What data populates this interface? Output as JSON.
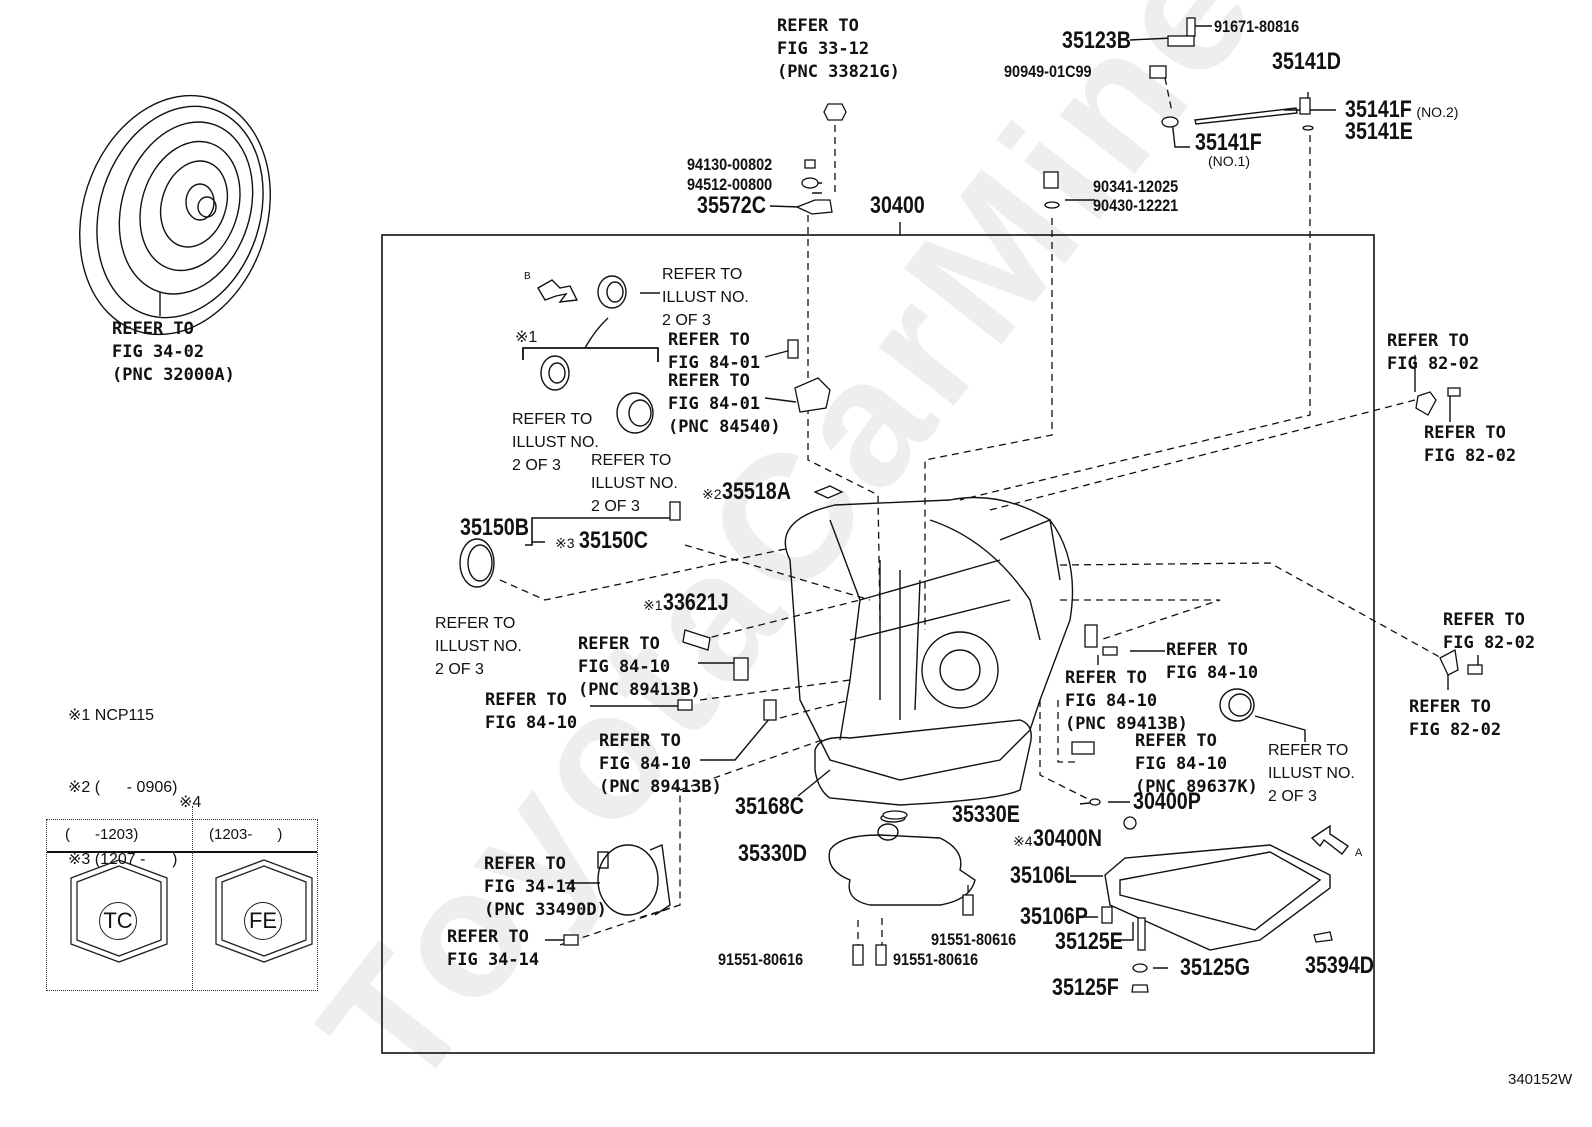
{
  "diagram": {
    "figure_id": "340152W",
    "watermark": "ToyotaCarMine.ru",
    "assembly_label": "30400",
    "view_markers": {
      "a": "A",
      "b": "B"
    },
    "parts": [
      {
        "id": "p35123B",
        "number": "35123B"
      },
      {
        "id": "p91671",
        "number": "91671-80816"
      },
      {
        "id": "p90949",
        "number": "90949-01C99"
      },
      {
        "id": "p35141D",
        "number": "35141D"
      },
      {
        "id": "p35141F2",
        "number": "35141F",
        "suffix": "(NO.2)"
      },
      {
        "id": "p35141E",
        "number": "35141E"
      },
      {
        "id": "p35141F1",
        "number": "35141F",
        "suffix": "(NO.1)"
      },
      {
        "id": "p90341",
        "number": "90341-12025"
      },
      {
        "id": "p90430",
        "number": "90430-12221"
      },
      {
        "id": "p94130",
        "number": "94130-00802"
      },
      {
        "id": "p94512",
        "number": "94512-00800"
      },
      {
        "id": "p35572C",
        "number": "35572C"
      },
      {
        "id": "p35518A",
        "number": "35518A",
        "note_mark": "※2"
      },
      {
        "id": "p35150B",
        "number": "35150B"
      },
      {
        "id": "p35150C",
        "number": "35150C",
        "note_mark": "※3"
      },
      {
        "id": "p33621J",
        "number": "33621J",
        "note_mark": "※1"
      },
      {
        "id": "p35168C",
        "number": "35168C"
      },
      {
        "id": "p35330E",
        "number": "35330E"
      },
      {
        "id": "p35330D",
        "number": "35330D"
      },
      {
        "id": "p30400P",
        "number": "30400P"
      },
      {
        "id": "p30400N",
        "number": "30400N",
        "note_mark": "※4"
      },
      {
        "id": "p35106L",
        "number": "35106L"
      },
      {
        "id": "p35106P",
        "number": "35106P"
      },
      {
        "id": "p35125E",
        "number": "35125E"
      },
      {
        "id": "p35125G",
        "number": "35125G"
      },
      {
        "id": "p35125F",
        "number": "35125F"
      },
      {
        "id": "p35394D",
        "number": "35394D"
      },
      {
        "id": "p91551a",
        "number": "91551-80616"
      },
      {
        "id": "p91551b",
        "number": "91551-80616"
      },
      {
        "id": "p91551c",
        "number": "91551-80616"
      }
    ],
    "references": [
      {
        "id": "r_torque",
        "lines": [
          "REFER TO",
          "FIG 34-02",
          "(PNC 32000A)"
        ]
      },
      {
        "id": "r_33821G",
        "lines": [
          "REFER TO",
          "FIG 33-12",
          "(PNC 33821G)"
        ]
      },
      {
        "id": "r_ill_top",
        "lines": [
          "REFER TO",
          "ILLUST NO.",
          "2 OF 3"
        ]
      },
      {
        "id": "r_8401a",
        "lines": [
          "REFER TO",
          "FIG 84-01"
        ]
      },
      {
        "id": "r_8401b",
        "lines": [
          "REFER TO",
          "FIG 84-01",
          "(PNC 84540)"
        ]
      },
      {
        "id": "r_ill_left1",
        "lines": [
          "REFER TO",
          "ILLUST NO.",
          "2 OF 3"
        ]
      },
      {
        "id": "r_ill_left2",
        "lines": [
          "REFER TO",
          "ILLUST NO.",
          "2 OF 3"
        ]
      },
      {
        "id": "r_ill_seal",
        "lines": [
          "REFER TO",
          "ILLUST NO.",
          "2 OF 3"
        ]
      },
      {
        "id": "r_8410a",
        "lines": [
          "REFER TO",
          "FIG 84-10",
          "(PNC 89413B)"
        ]
      },
      {
        "id": "r_8410b",
        "lines": [
          "REFER TO",
          "FIG 84-10"
        ]
      },
      {
        "id": "r_8410c",
        "lines": [
          "REFER TO",
          "FIG 84-10",
          "(PNC 89413B)"
        ]
      },
      {
        "id": "r_3414a",
        "lines": [
          "REFER TO",
          "FIG 34-14",
          "(PNC 33490D)"
        ]
      },
      {
        "id": "r_3414b",
        "lines": [
          "REFER TO",
          "FIG 34-14"
        ]
      },
      {
        "id": "r_8410d",
        "lines": [
          "REFER TO",
          "FIG 84-10"
        ]
      },
      {
        "id": "r_8410e",
        "lines": [
          "REFER TO",
          "FIG 84-10",
          "(PNC 89413B)"
        ]
      },
      {
        "id": "r_8410f",
        "lines": [
          "REFER TO",
          "FIG 84-10",
          "(PNC 89637K)"
        ]
      },
      {
        "id": "r_ill_right",
        "lines": [
          "REFER TO",
          "ILLUST NO.",
          "2 OF 3"
        ]
      },
      {
        "id": "r_8202a",
        "lines": [
          "REFER TO",
          "FIG 82-02"
        ]
      },
      {
        "id": "r_8202b",
        "lines": [
          "REFER TO",
          "FIG 82-02"
        ]
      },
      {
        "id": "r_8202c",
        "lines": [
          "REFER TO",
          "FIG 82-02"
        ]
      },
      {
        "id": "r_8202d",
        "lines": [
          "REFER TO",
          "FIG 82-02"
        ]
      }
    ],
    "notes": [
      {
        "mark": "※1",
        "text": "NCP115"
      },
      {
        "mark": "※2",
        "text": "(      - 0906)"
      },
      {
        "mark": "※3",
        "text": "(1207 -      )"
      }
    ],
    "note_marks": {
      "m1": "※1",
      "m4": "※4"
    },
    "legend_table": {
      "mark": "※4",
      "columns": [
        {
          "header": "(      -1203)",
          "symbol": "TC"
        },
        {
          "header": "(1203-      )",
          "symbol": "FE"
        }
      ]
    }
  }
}
